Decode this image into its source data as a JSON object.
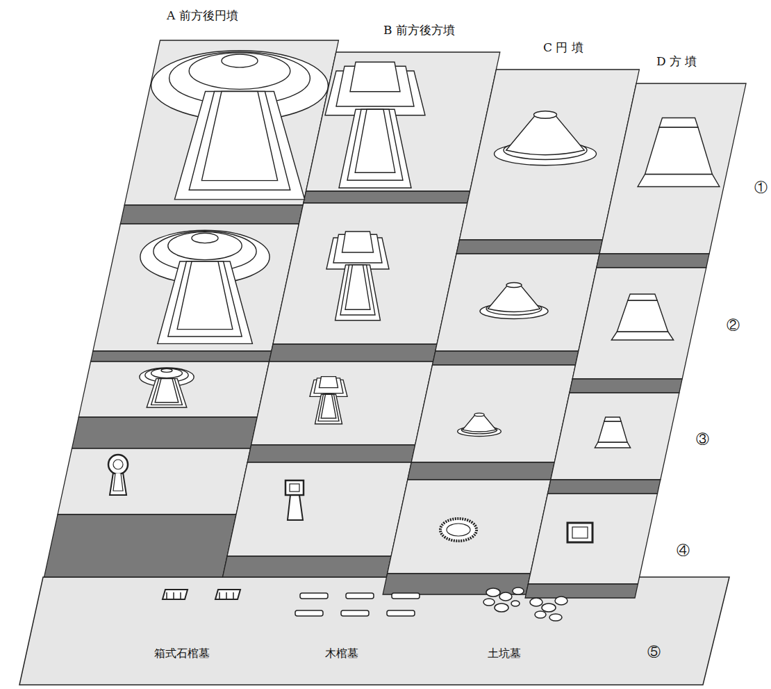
{
  "diagram": {
    "labels": [
      "A 前方後円墳",
      "B 前方後方墳",
      "C 円 墳",
      "D 方 墳",
      "①",
      "②",
      "③",
      "④",
      "⑤",
      "箱式石棺墓",
      "木棺墓",
      "土坑墓"
    ]
  }
}
